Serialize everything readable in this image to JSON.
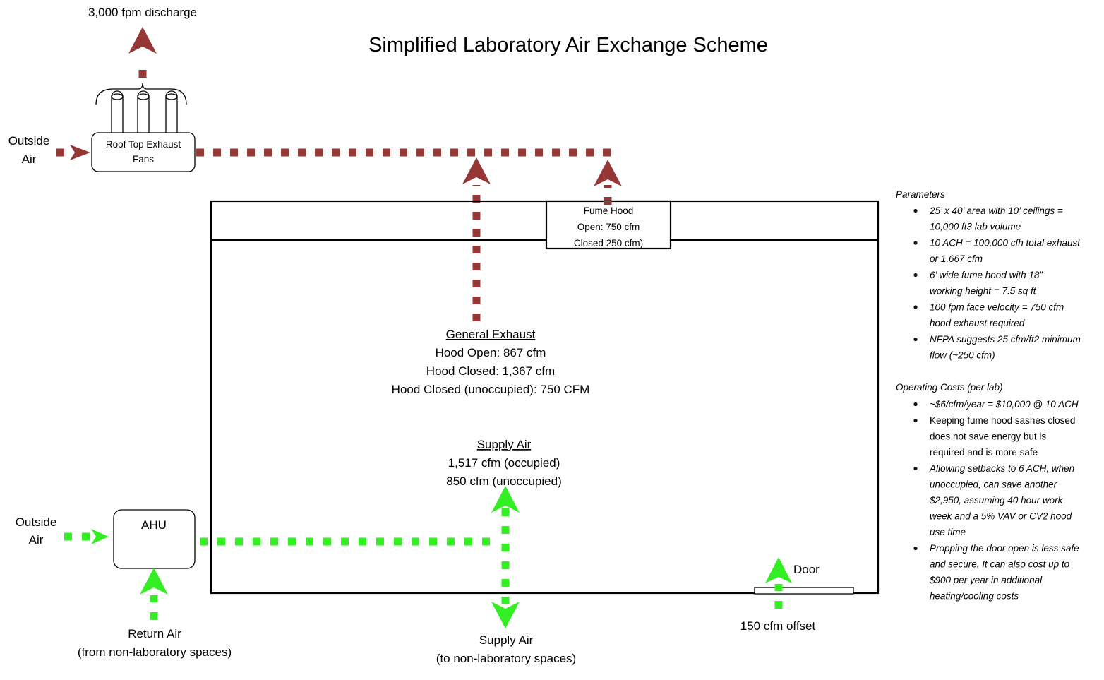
{
  "title": "Simplified Laboratory Air Exchange Scheme",
  "colors": {
    "exhaust": "#953735",
    "supply": "#33ee22",
    "line": "#000000"
  },
  "labels": {
    "discharge": "3,000 fpm discharge",
    "outside_air_top_1": "Outside",
    "outside_air_top_2": "Air",
    "roof_fans_1": "Roof Top Exhaust",
    "roof_fans_2": "Fans",
    "fume_hood_1": "Fume Hood",
    "fume_hood_2": "Open: 750 cfm",
    "fume_hood_3": "Closed 250 cfm)",
    "general_exhaust_title": "General Exhaust",
    "general_exhaust_1": "Hood Open: 867 cfm",
    "general_exhaust_2": "Hood Closed: 1,367 cfm",
    "general_exhaust_3": "Hood Closed (unoccupied): 750 CFM",
    "supply_air_title": "Supply Air",
    "supply_air_1": "1,517 cfm (occupied)",
    "supply_air_2": "850 cfm (unoccupied)",
    "outside_air_bottom_1": "Outside",
    "outside_air_bottom_2": "Air",
    "ahu": "AHU",
    "return_air_1": "Return Air",
    "return_air_2": "(from non-laboratory spaces)",
    "supply_out_1": "Supply Air",
    "supply_out_2": "(to non-laboratory spaces)",
    "door": "Door",
    "door_offset": "150 cfm offset"
  },
  "parameters": {
    "heading": "Parameters",
    "items": [
      [
        "25’ x 40’ area with 10’ ceilings =",
        "10,000 ft3 lab volume"
      ],
      [
        "10 ACH = 100,000 cfh total exhaust",
        "or 1,667 cfm"
      ],
      [
        "6’ wide fume hood with 18”",
        "working height = 7.5 sq ft"
      ],
      [
        "100 fpm face velocity = 750 cfm",
        "hood exhaust required"
      ],
      [
        "NFPA suggests 25 cfm/ft2 minimum",
        "flow  (~250 cfm)"
      ]
    ]
  },
  "operating_costs": {
    "heading": "Operating Costs (per lab)",
    "items": [
      [
        "~$6/cfm/year = $10,000 @ 10 ACH"
      ],
      [
        "Keeping fume hood sashes closed",
        "does not save energy but is",
        "required and is more safe"
      ],
      [
        "Allowing setbacks to 6 ACH, when",
        "unoccupied, can save another",
        "$2,950, assuming 40 hour work",
        "week and a 5% VAV or CV2 hood",
        "use time"
      ],
      [
        "Propping the door open is less safe",
        "and secure. It can also cost up to",
        "$900 per year in additional",
        "heating/cooling costs"
      ]
    ]
  }
}
